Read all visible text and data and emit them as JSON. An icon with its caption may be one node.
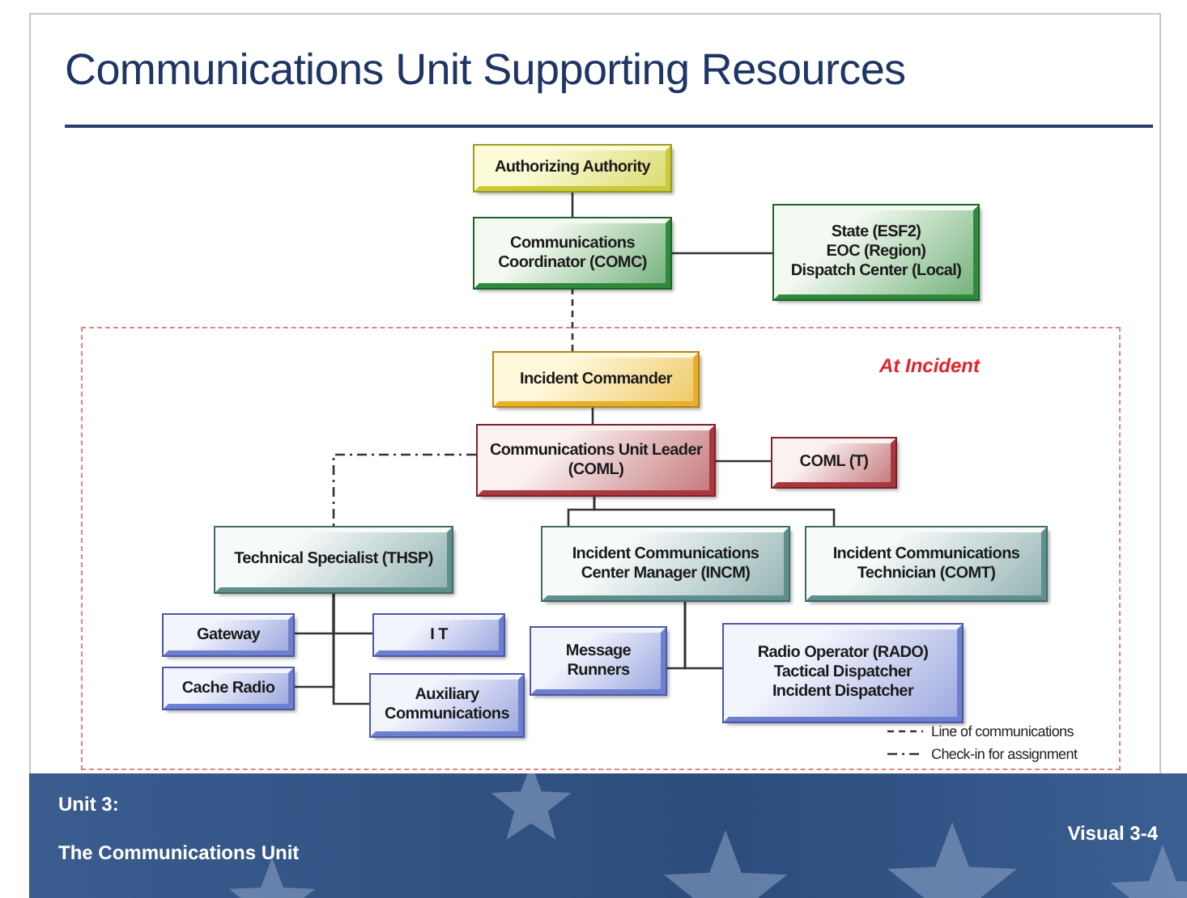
{
  "diagram": {
    "title": "Communications Unit Supporting Resources",
    "nodes": [
      {
        "text": [
          "Authorizing Authority"
        ]
      },
      {
        "text": [
          "Communications Coordinator (COMC)"
        ]
      },
      {
        "text": [
          "State (ESF2)",
          "EOC (Region)",
          "Dispatch Center (Local)"
        ]
      },
      {
        "text": [
          "At Incident"
        ]
      },
      {
        "text": [
          "Incident Commander"
        ],
        "in": 3
      },
      {
        "text": [
          "Communications Unit Leader (COML)"
        ],
        "in": 3
      },
      {
        "text": [
          "COML (T)"
        ],
        "in": 3
      },
      {
        "text": [
          "Technical Specialist (THSP)"
        ],
        "in": 3
      },
      {
        "text": [
          "Incident Communications Center Manager (INCM)"
        ],
        "in": 3
      },
      {
        "text": [
          "Incident Communications Technician (COMT)"
        ],
        "in": 3
      },
      {
        "text": [
          "Gateway"
        ],
        "in": 3
      },
      {
        "text": [
          "I T"
        ],
        "in": 3
      },
      {
        "text": [
          "Cache Radio"
        ],
        "in": 3
      },
      {
        "text": [
          "Auxiliary Communications"
        ],
        "in": 3
      },
      {
        "text": [
          "Message Runners"
        ],
        "in": 3
      },
      {
        "text": [
          "Radio Operator (RADO)",
          "Tactical Dispatcher",
          "Incident Dispatcher"
        ],
        "in": 3
      }
    ],
    "edges": [
      {
        "from": 0,
        "to": 1,
        "arrow": "none"
      },
      {
        "from": 1,
        "to": 2,
        "arrow": "none"
      },
      {
        "from": 1,
        "to": 4,
        "arrow": "none",
        "style": "dashed"
      },
      {
        "from": 4,
        "to": 5,
        "arrow": "none"
      },
      {
        "from": 5,
        "to": 6,
        "arrow": "none"
      },
      {
        "from": 5,
        "to": 7,
        "arrow": "none",
        "style": "dashed"
      },
      {
        "from": 5,
        "to": 8,
        "arrow": "none"
      },
      {
        "from": 5,
        "to": 9,
        "arrow": "none"
      },
      {
        "from": 7,
        "to": 10,
        "arrow": "none"
      },
      {
        "from": 7,
        "to": 11,
        "arrow": "none"
      },
      {
        "from": 7,
        "to": 12,
        "arrow": "none"
      },
      {
        "from": 7,
        "to": 13,
        "arrow": "none"
      },
      {
        "from": 8,
        "to": 14,
        "arrow": "none"
      },
      {
        "from": 8,
        "to": 15,
        "arrow": "none"
      }
    ],
    "labels": [
      "Unit 3:",
      "The Communications Unit",
      "Visual 3-4"
    ],
    "legend": [
      {
        "text": "Line of communications"
      },
      {
        "text": "Check-in for assignment"
      }
    ]
  }
}
